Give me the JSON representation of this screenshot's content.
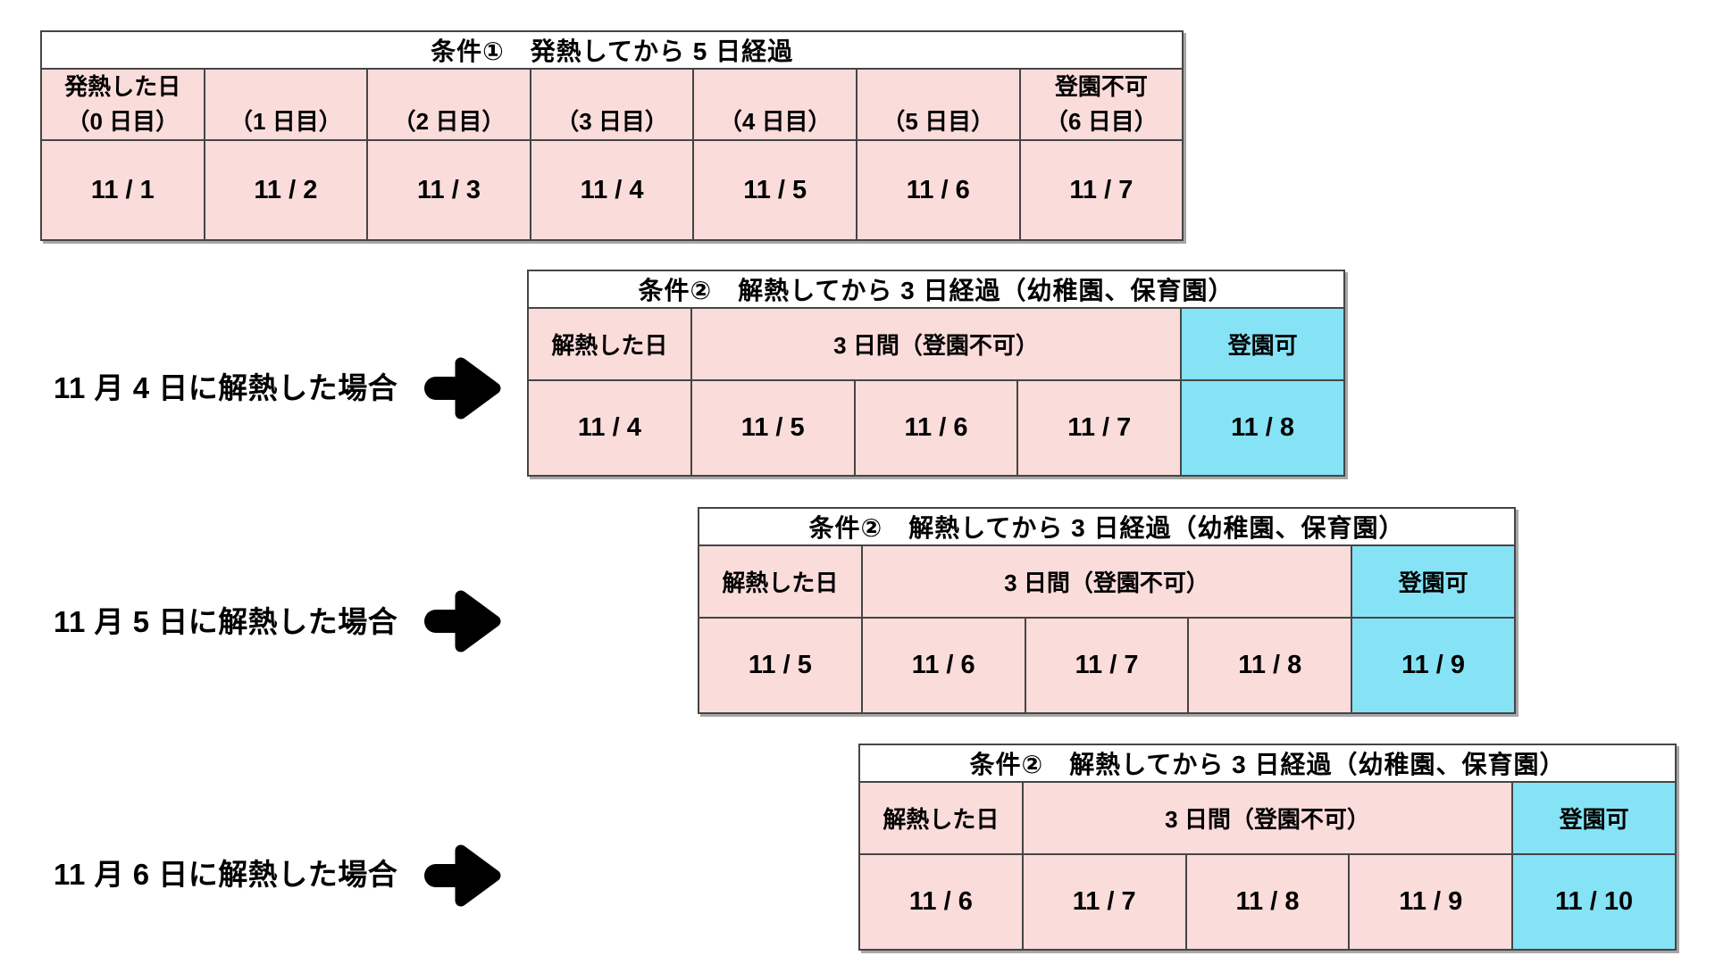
{
  "colors": {
    "pink": "#fadcdb",
    "cyan": "#86e3f6",
    "border": "#454545",
    "shadow": "#a6a6a6"
  },
  "condition1": {
    "title": "条件①　発熱してから 5 日経過",
    "header": [
      {
        "line1": "発熱した日",
        "line2": "（0 日目）"
      },
      {
        "line1": "",
        "line2": "（1 日目）"
      },
      {
        "line1": "",
        "line2": "（2 日目）"
      },
      {
        "line1": "",
        "line2": "（3 日目）"
      },
      {
        "line1": "",
        "line2": "（4 日目）"
      },
      {
        "line1": "",
        "line2": "（5 日目）"
      },
      {
        "line1": "登園不可",
        "line2": "（6 日目）"
      }
    ],
    "dates": [
      "11 / 1",
      "11 / 2",
      "11 / 3",
      "11 / 4",
      "11 / 5",
      "11 / 6",
      "11 / 7"
    ]
  },
  "condition2": {
    "title": "条件②　解熱してから 3 日経過（幼稚園、保育園）",
    "header": {
      "reset_day": "解熱した日",
      "ban_period": "3 日間（登園不可）",
      "allowed": "登園可"
    },
    "cases": [
      {
        "label": "11 月 4 日に解熱した場合",
        "dates": [
          "11 / 4",
          "11 / 5",
          "11 / 6",
          "11 / 7"
        ],
        "allowed_date": "11 / 8"
      },
      {
        "label": "11 月 5 日に解熱した場合",
        "dates": [
          "11 / 5",
          "11 / 6",
          "11 / 7",
          "11 / 8"
        ],
        "allowed_date": "11 / 9"
      },
      {
        "label": "11 月 6 日に解熱した場合",
        "dates": [
          "11 / 6",
          "11 / 7",
          "11 / 8",
          "11 / 9"
        ],
        "allowed_date": "11 / 10"
      }
    ]
  }
}
